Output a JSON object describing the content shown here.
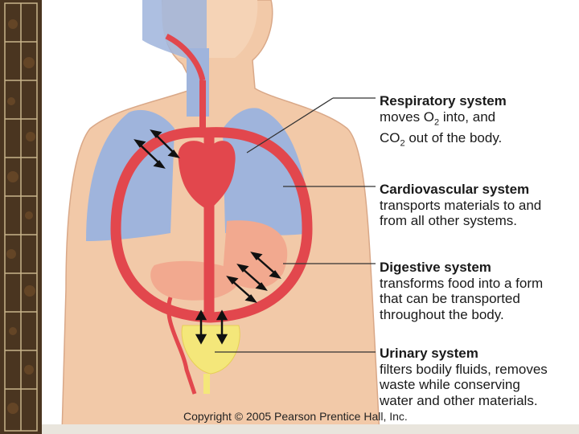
{
  "labels": {
    "respiratory": {
      "title": "Respiratory system",
      "desc1": "moves O",
      "desc1_sub": "2",
      "desc1_tail": " into, and",
      "desc2": "CO",
      "desc2_sub": "2",
      "desc2_tail": " out of the body."
    },
    "cardiovascular": {
      "title": "Cardiovascular system",
      "desc1": "transports materials to and",
      "desc2": "from all other systems."
    },
    "digestive": {
      "title": "Digestive system",
      "desc1": "transforms food into a form",
      "desc2": "that can be transported",
      "desc3": "throughout the body."
    },
    "urinary": {
      "title": "Urinary system",
      "desc1": "filters bodily fluids, removes",
      "desc2": "waste while conserving",
      "desc3": "water and other materials."
    }
  },
  "copyright": "Copyright © 2005 Pearson Prentice Hall, Inc.",
  "colors": {
    "skin": "#f2c9a8",
    "lungs": "#9fb4dc",
    "vessels": "#e2474d",
    "digestive": "#f2a98f",
    "urinary": "#f4e77a",
    "border": "#3a2a1a"
  }
}
